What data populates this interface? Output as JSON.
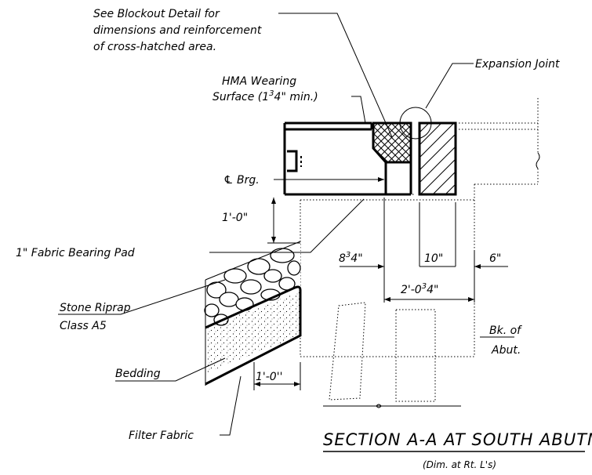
{
  "labels": {
    "blockout_line1": "See Blockout Detail for",
    "blockout_line2": "dimensions and reinforcement",
    "blockout_line3": "of cross-hatched area.",
    "expansion_joint": "Expansion Joint",
    "hma_line1": "HMA Wearing",
    "hma_line2_prefix": "Surface (1",
    "hma_frac_num": "3",
    "hma_frac_den": "4",
    "hma_line2_suffix": "\" min.)",
    "cl_brg": "℄ Brg.",
    "one_foot": "1'-0\"",
    "bearing_pad": "1\" Fabric Bearing Pad",
    "stone_riprap": "Stone Riprap",
    "riprap_class": "Class A5",
    "bedding": "Bedding",
    "filter_fabric": "Filter Fabric",
    "one_foot_b": "1'-0''",
    "bk_of": "Bk. of",
    "abut": "Abut."
  },
  "dimensions": {
    "d1_whole": "8",
    "d1_num": "3",
    "d1_den": "4",
    "d2": "10\"",
    "d3": "6\"",
    "d4_prefix": "2'-0",
    "d4_num": "3",
    "d4_den": "4"
  },
  "title": "SECTION A-A AT SOUTH ABUTMENT",
  "subtitle": "(Dim. at Rt. L's)"
}
